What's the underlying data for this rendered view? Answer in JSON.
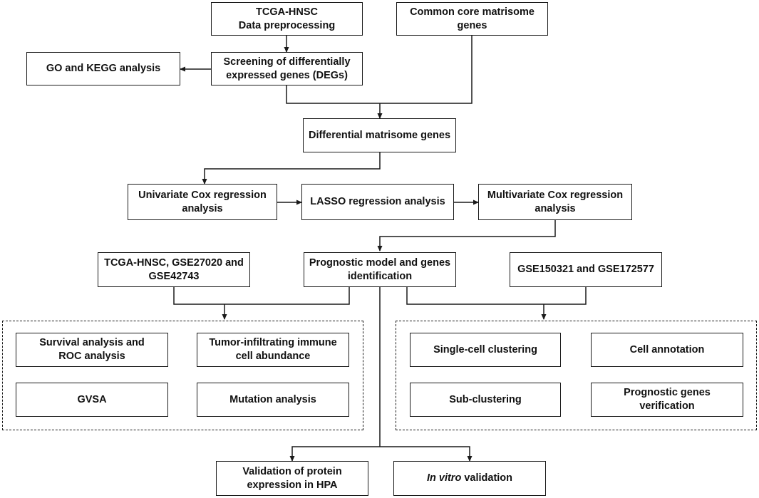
{
  "top": {
    "tcga_preprocessing": [
      "TCGA-HNSC",
      "Data preprocessing"
    ],
    "core_matrisome": [
      "Common core matrisome",
      "genes"
    ]
  },
  "degs": {
    "screening": [
      "Screening of differentially",
      "expressed genes (DEGs)"
    ],
    "go_kegg": [
      "GO and KEGG analysis"
    ],
    "differential_matrisome": [
      "Differential matrisome genes"
    ]
  },
  "regression": {
    "univariate": [
      "Univariate Cox regression",
      "analysis"
    ],
    "lasso": [
      "LASSO regression analysis"
    ],
    "multivariate": [
      "Multivariate Cox regression",
      "analysis"
    ]
  },
  "model": {
    "prognostic": [
      "Prognostic model and genes",
      "identification"
    ],
    "tcga_gse": [
      "TCGA-HNSC, GSE27020 and",
      "GSE42743"
    ],
    "gse_sc": [
      "GSE150321 and GSE172577"
    ]
  },
  "left_group": {
    "survival": [
      "Survival analysis and",
      "ROC analysis"
    ],
    "immune": [
      "Tumor-infiltrating immune",
      "cell abundance"
    ],
    "gvsa": [
      "GVSA"
    ],
    "mutation": [
      "Mutation analysis"
    ]
  },
  "right_group": {
    "single_cell": [
      "Single-cell clustering"
    ],
    "annotation": [
      "Cell annotation"
    ],
    "sub_clustering": [
      "Sub-clustering"
    ],
    "verification": [
      "Prognostic genes",
      "verification"
    ]
  },
  "validation": {
    "hpa": [
      "Validation of protein",
      "expression in HPA"
    ],
    "in_vitro_italic": "In vitro",
    "in_vitro_rest": " validation"
  },
  "colors": {
    "line": "#1a1a1a",
    "background": "#ffffff",
    "text": "#111111"
  }
}
